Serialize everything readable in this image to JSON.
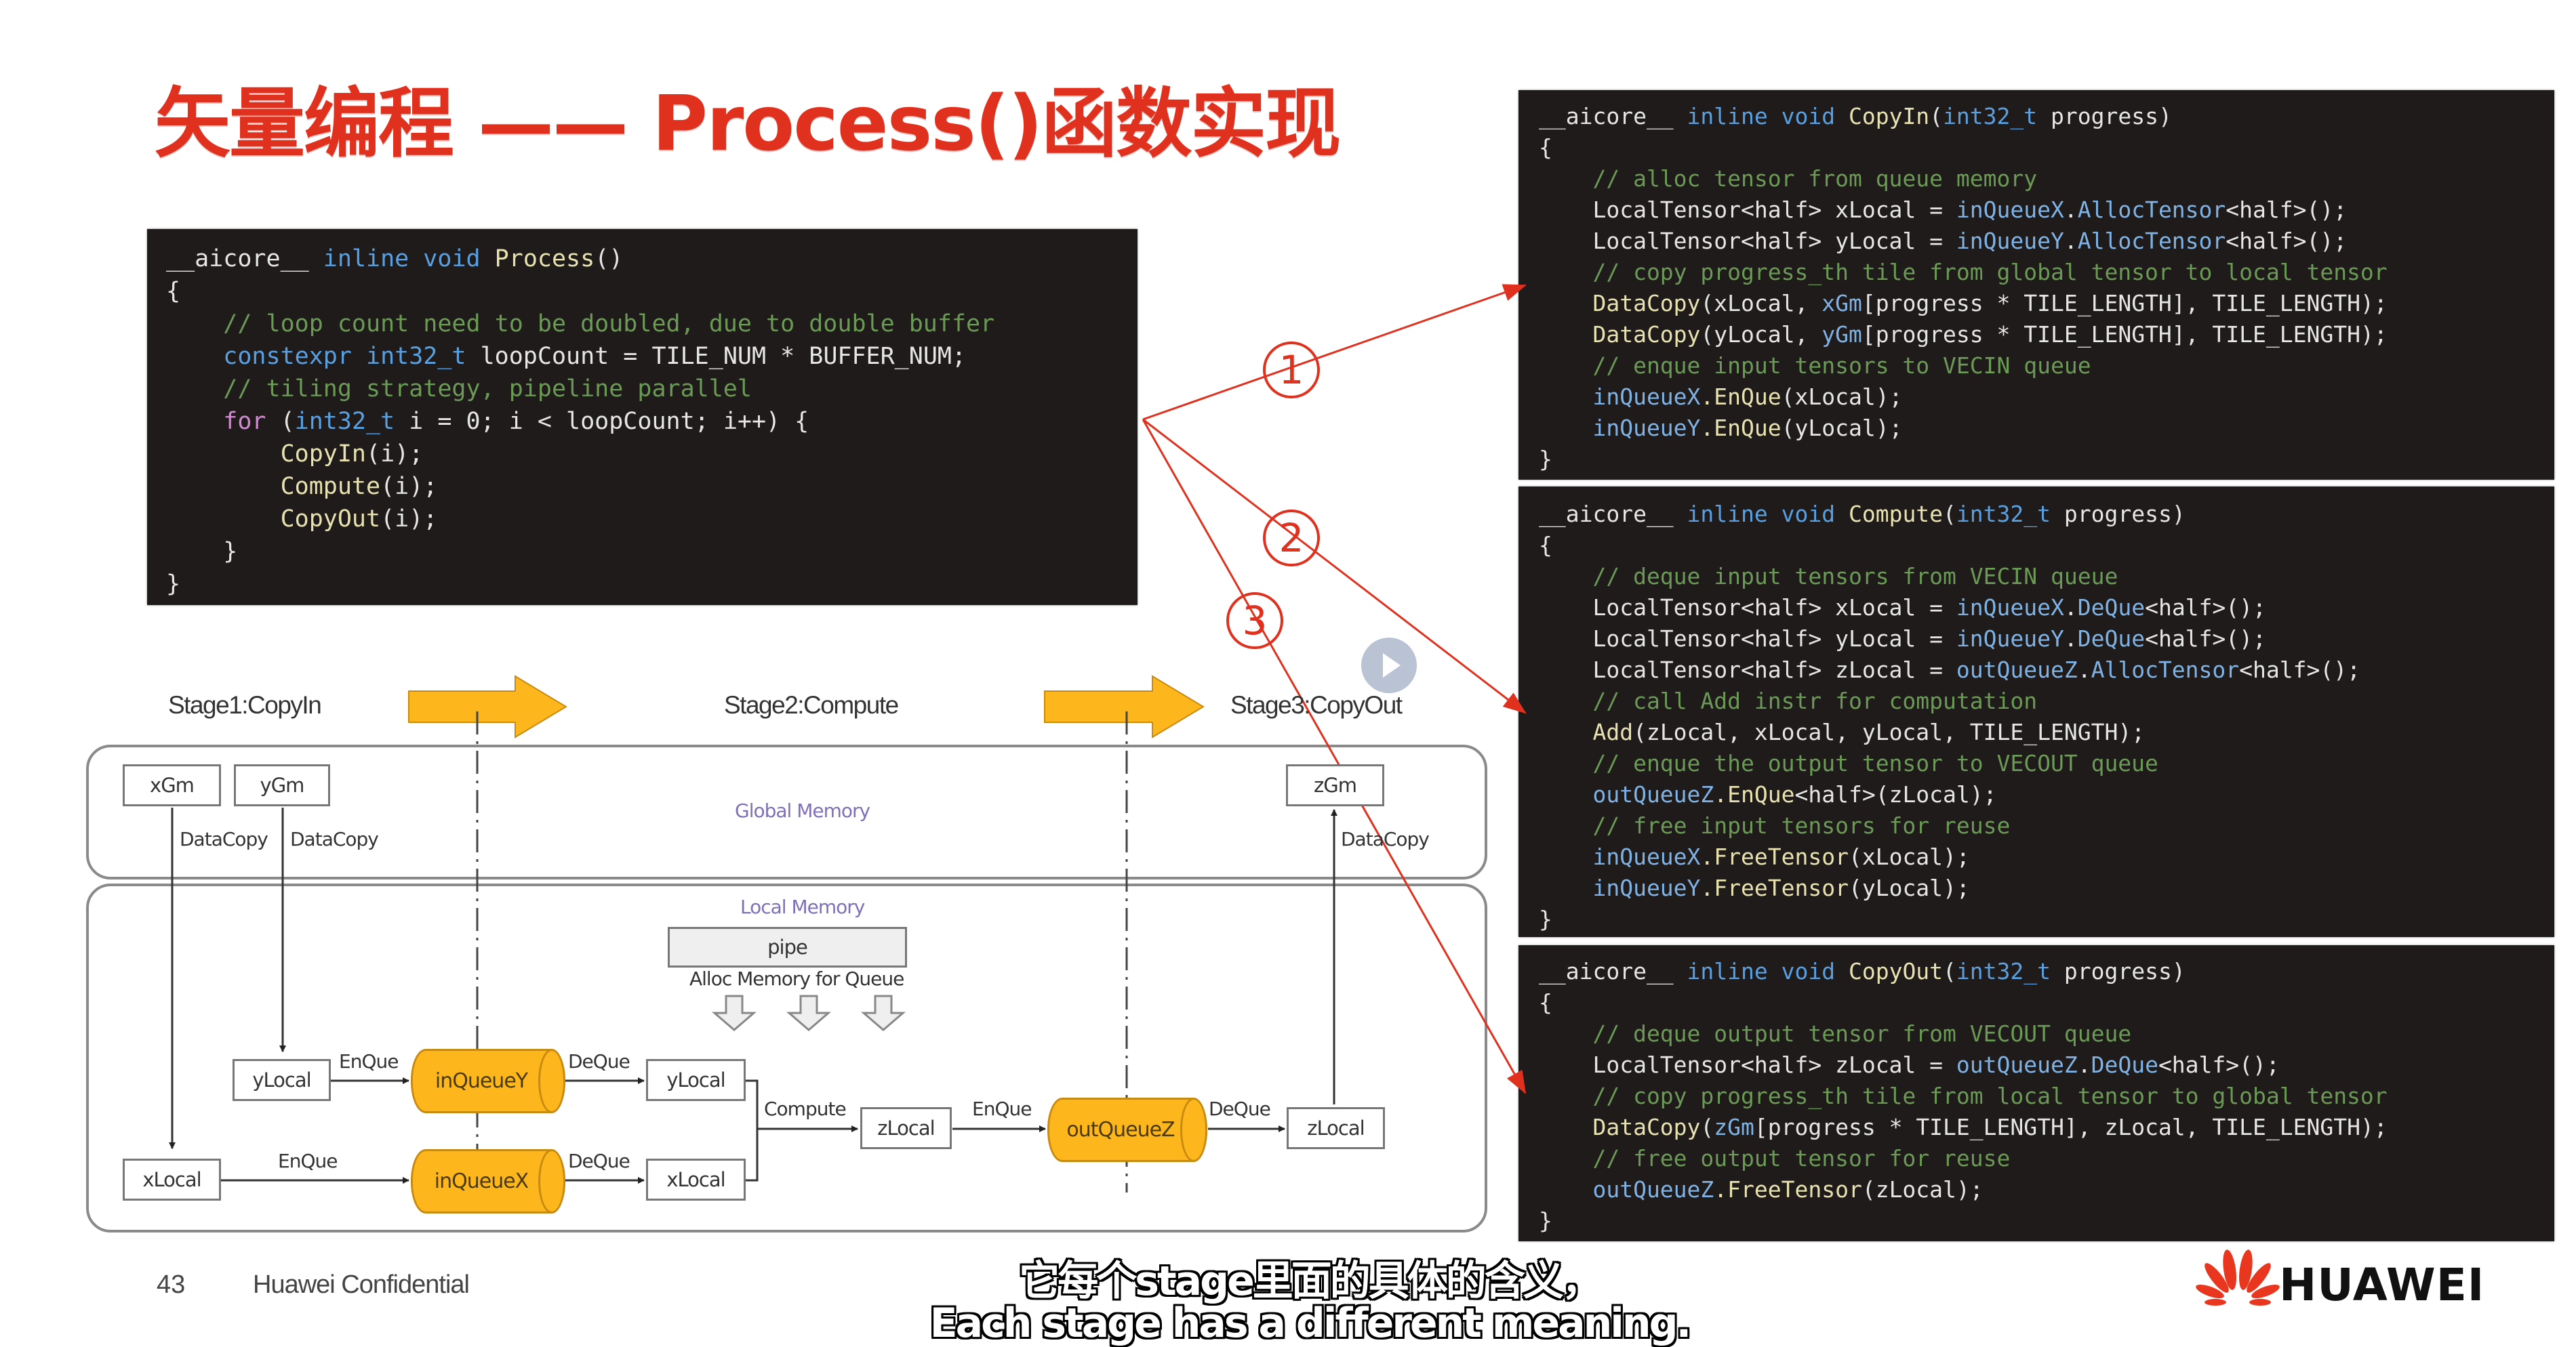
{
  "slide": {
    "title": "矢量编程 —— Process()函数实现",
    "page_number": "43",
    "confidential": "Huawei Confidential",
    "brand": "HUAWEI",
    "brand_color": "#e0301e",
    "title_color": "#e0301e",
    "queue_color": "#fdb71d"
  },
  "subtitles": {
    "zh": "它每个stage里面的具体的含义，",
    "en": "Each stage has a different meaning."
  },
  "video": {
    "play_icon": "play-icon"
  },
  "process_code": [
    [
      {
        "c": "pl",
        "t": "__aicore__ "
      },
      {
        "c": "kw",
        "t": "inline void "
      },
      {
        "c": "fn",
        "t": "Process"
      },
      {
        "c": "pl",
        "t": "()"
      }
    ],
    [
      {
        "c": "pl",
        "t": "{"
      }
    ],
    [
      {
        "c": "cm",
        "t": "    // loop count need to be doubled, due to double buffer"
      }
    ],
    [
      {
        "c": "kw",
        "t": "    constexpr "
      },
      {
        "c": "ty",
        "t": "int32_t "
      },
      {
        "c": "pl",
        "t": "loopCount = TILE_NUM * BUFFER_NUM;"
      }
    ],
    [
      {
        "c": "cm",
        "t": "    // tiling strategy, pipeline parallel"
      }
    ],
    [
      {
        "c": "ctl",
        "t": "    for "
      },
      {
        "c": "pl",
        "t": "("
      },
      {
        "c": "ty",
        "t": "int32_t "
      },
      {
        "c": "pl",
        "t": "i = 0; i < loopCount; i++) {"
      }
    ],
    [
      {
        "c": "fn",
        "t": "        CopyIn"
      },
      {
        "c": "pl",
        "t": "(i);"
      }
    ],
    [
      {
        "c": "fn",
        "t": "        Compute"
      },
      {
        "c": "pl",
        "t": "(i);"
      }
    ],
    [
      {
        "c": "fn",
        "t": "        CopyOut"
      },
      {
        "c": "pl",
        "t": "(i);"
      }
    ],
    [
      {
        "c": "pl",
        "t": "    }"
      }
    ],
    [
      {
        "c": "pl",
        "t": "}"
      }
    ]
  ],
  "copyin_code": [
    [
      {
        "c": "pl",
        "t": "__aicore__ "
      },
      {
        "c": "kw",
        "t": "inline void "
      },
      {
        "c": "fn",
        "t": "CopyIn"
      },
      {
        "c": "pl",
        "t": "("
      },
      {
        "c": "ty",
        "t": "int32_t "
      },
      {
        "c": "pl",
        "t": "progress)"
      }
    ],
    [
      {
        "c": "pl",
        "t": "{"
      }
    ],
    [
      {
        "c": "cm",
        "t": "    // alloc tensor from queue memory"
      }
    ],
    [
      {
        "c": "pl",
        "t": "    LocalTensor<half> xLocal = "
      },
      {
        "c": "q",
        "t": "inQueueX"
      },
      {
        "c": "pl",
        "t": "."
      },
      {
        "c": "q",
        "t": "AllocTensor"
      },
      {
        "c": "pl",
        "t": "<half>();"
      }
    ],
    [
      {
        "c": "pl",
        "t": "    LocalTensor<half> yLocal = "
      },
      {
        "c": "q",
        "t": "inQueueY"
      },
      {
        "c": "pl",
        "t": "."
      },
      {
        "c": "q",
        "t": "AllocTensor"
      },
      {
        "c": "pl",
        "t": "<half>();"
      }
    ],
    [
      {
        "c": "cm",
        "t": "    // copy progress_th tile from global tensor to local tensor"
      }
    ],
    [
      {
        "c": "fn",
        "t": "    DataCopy"
      },
      {
        "c": "pl",
        "t": "(xLocal, "
      },
      {
        "c": "q",
        "t": "xGm"
      },
      {
        "c": "pl",
        "t": "[progress * TILE_LENGTH], TILE_LENGTH);"
      }
    ],
    [
      {
        "c": "fn",
        "t": "    DataCopy"
      },
      {
        "c": "pl",
        "t": "(yLocal, "
      },
      {
        "c": "q",
        "t": "yGm"
      },
      {
        "c": "pl",
        "t": "[progress * TILE_LENGTH], TILE_LENGTH);"
      }
    ],
    [
      {
        "c": "cm",
        "t": "    // enque input tensors to VECIN queue"
      }
    ],
    [
      {
        "c": "q",
        "t": "    inQueueX"
      },
      {
        "c": "fn",
        "t": ".EnQue"
      },
      {
        "c": "pl",
        "t": "(xLocal);"
      }
    ],
    [
      {
        "c": "q",
        "t": "    inQueueY"
      },
      {
        "c": "fn",
        "t": ".EnQue"
      },
      {
        "c": "pl",
        "t": "(yLocal);"
      }
    ],
    [
      {
        "c": "pl",
        "t": "}"
      }
    ]
  ],
  "compute_code": [
    [
      {
        "c": "pl",
        "t": "__aicore__ "
      },
      {
        "c": "kw",
        "t": "inline void "
      },
      {
        "c": "fn",
        "t": "Compute"
      },
      {
        "c": "pl",
        "t": "("
      },
      {
        "c": "ty",
        "t": "int32_t "
      },
      {
        "c": "pl",
        "t": "progress)"
      }
    ],
    [
      {
        "c": "pl",
        "t": "{"
      }
    ],
    [
      {
        "c": "cm",
        "t": "    // deque input tensors from VECIN queue"
      }
    ],
    [
      {
        "c": "pl",
        "t": "    LocalTensor<half> xLocal = "
      },
      {
        "c": "q",
        "t": "inQueueX"
      },
      {
        "c": "pl",
        "t": "."
      },
      {
        "c": "q",
        "t": "DeQue"
      },
      {
        "c": "pl",
        "t": "<half>();"
      }
    ],
    [
      {
        "c": "pl",
        "t": "    LocalTensor<half> yLocal = "
      },
      {
        "c": "q",
        "t": "inQueueY"
      },
      {
        "c": "pl",
        "t": "."
      },
      {
        "c": "q",
        "t": "DeQue"
      },
      {
        "c": "pl",
        "t": "<half>();"
      }
    ],
    [
      {
        "c": "pl",
        "t": "    LocalTensor<half> zLocal = "
      },
      {
        "c": "q",
        "t": "outQueueZ"
      },
      {
        "c": "pl",
        "t": "."
      },
      {
        "c": "q",
        "t": "AllocTensor"
      },
      {
        "c": "pl",
        "t": "<half>();"
      }
    ],
    [
      {
        "c": "cm",
        "t": "    // call Add instr for computation"
      }
    ],
    [
      {
        "c": "fn",
        "t": "    Add"
      },
      {
        "c": "pl",
        "t": "(zLocal, xLocal, yLocal, TILE_LENGTH);"
      }
    ],
    [
      {
        "c": "cm",
        "t": "    // enque the output tensor to VECOUT queue"
      }
    ],
    [
      {
        "c": "q",
        "t": "    outQueueZ"
      },
      {
        "c": "fn",
        "t": ".EnQue"
      },
      {
        "c": "pl",
        "t": "<half>(zLocal);"
      }
    ],
    [
      {
        "c": "cm",
        "t": "    // free input tensors for reuse"
      }
    ],
    [
      {
        "c": "q",
        "t": "    inQueueX"
      },
      {
        "c": "fn",
        "t": ".FreeTensor"
      },
      {
        "c": "pl",
        "t": "(xLocal);"
      }
    ],
    [
      {
        "c": "q",
        "t": "    inQueueY"
      },
      {
        "c": "fn",
        "t": ".FreeTensor"
      },
      {
        "c": "pl",
        "t": "(yLocal);"
      }
    ],
    [
      {
        "c": "pl",
        "t": "}"
      }
    ]
  ],
  "copyout_code": [
    [
      {
        "c": "pl",
        "t": "__aicore__ "
      },
      {
        "c": "kw",
        "t": "inline void "
      },
      {
        "c": "fn",
        "t": "CopyOut"
      },
      {
        "c": "pl",
        "t": "("
      },
      {
        "c": "ty",
        "t": "int32_t "
      },
      {
        "c": "pl",
        "t": "progress)"
      }
    ],
    [
      {
        "c": "pl",
        "t": "{"
      }
    ],
    [
      {
        "c": "cm",
        "t": "    // deque output tensor from VECOUT queue"
      }
    ],
    [
      {
        "c": "pl",
        "t": "    LocalTensor<half> zLocal = "
      },
      {
        "c": "q",
        "t": "outQueueZ"
      },
      {
        "c": "pl",
        "t": "."
      },
      {
        "c": "q",
        "t": "DeQue"
      },
      {
        "c": "pl",
        "t": "<half>();"
      }
    ],
    [
      {
        "c": "cm",
        "t": "    // copy progress_th tile from local tensor to global tensor"
      }
    ],
    [
      {
        "c": "fn",
        "t": "    DataCopy"
      },
      {
        "c": "pl",
        "t": "("
      },
      {
        "c": "q",
        "t": "zGm"
      },
      {
        "c": "pl",
        "t": "[progress * TILE_LENGTH], zLocal, TILE_LENGTH);"
      }
    ],
    [
      {
        "c": "cm",
        "t": "    // free output tensor for reuse"
      }
    ],
    [
      {
        "c": "q",
        "t": "    outQueueZ"
      },
      {
        "c": "fn",
        "t": ".FreeTensor"
      },
      {
        "c": "pl",
        "t": "(zLocal);"
      }
    ],
    [
      {
        "c": "pl",
        "t": "}"
      }
    ]
  ],
  "annotations": {
    "step1": "1",
    "step2": "2",
    "step3": "3"
  },
  "diagram": {
    "stages": [
      "Stage1:CopyIn",
      "Stage2:Compute",
      "Stage3:CopyOut"
    ],
    "global_memory_label": "Global Memory",
    "local_memory_label": "Local Memory",
    "pipe_label": "pipe",
    "alloc_label": "Alloc Memory for Queue",
    "nodes": {
      "xGm": "xGm",
      "yGm": "yGm",
      "zGm": "zGm",
      "yLocal_in": "yLocal",
      "xLocal_in": "xLocal",
      "yLocal_c": "yLocal",
      "xLocal_c": "xLocal",
      "zLocal_c": "zLocal",
      "zLocal_out": "zLocal",
      "inQueueY": "inQueueY",
      "inQueueX": "inQueueX",
      "outQueueZ": "outQueueZ"
    },
    "edges": {
      "datacopy_x": "DataCopy",
      "datacopy_y": "DataCopy",
      "datacopy_z": "DataCopy",
      "enque_y": "EnQue",
      "enque_x": "EnQue",
      "enque_z": "EnQue",
      "deque_y": "DeQue",
      "deque_x": "DeQue",
      "deque_z": "DeQue",
      "compute": "Compute"
    }
  }
}
